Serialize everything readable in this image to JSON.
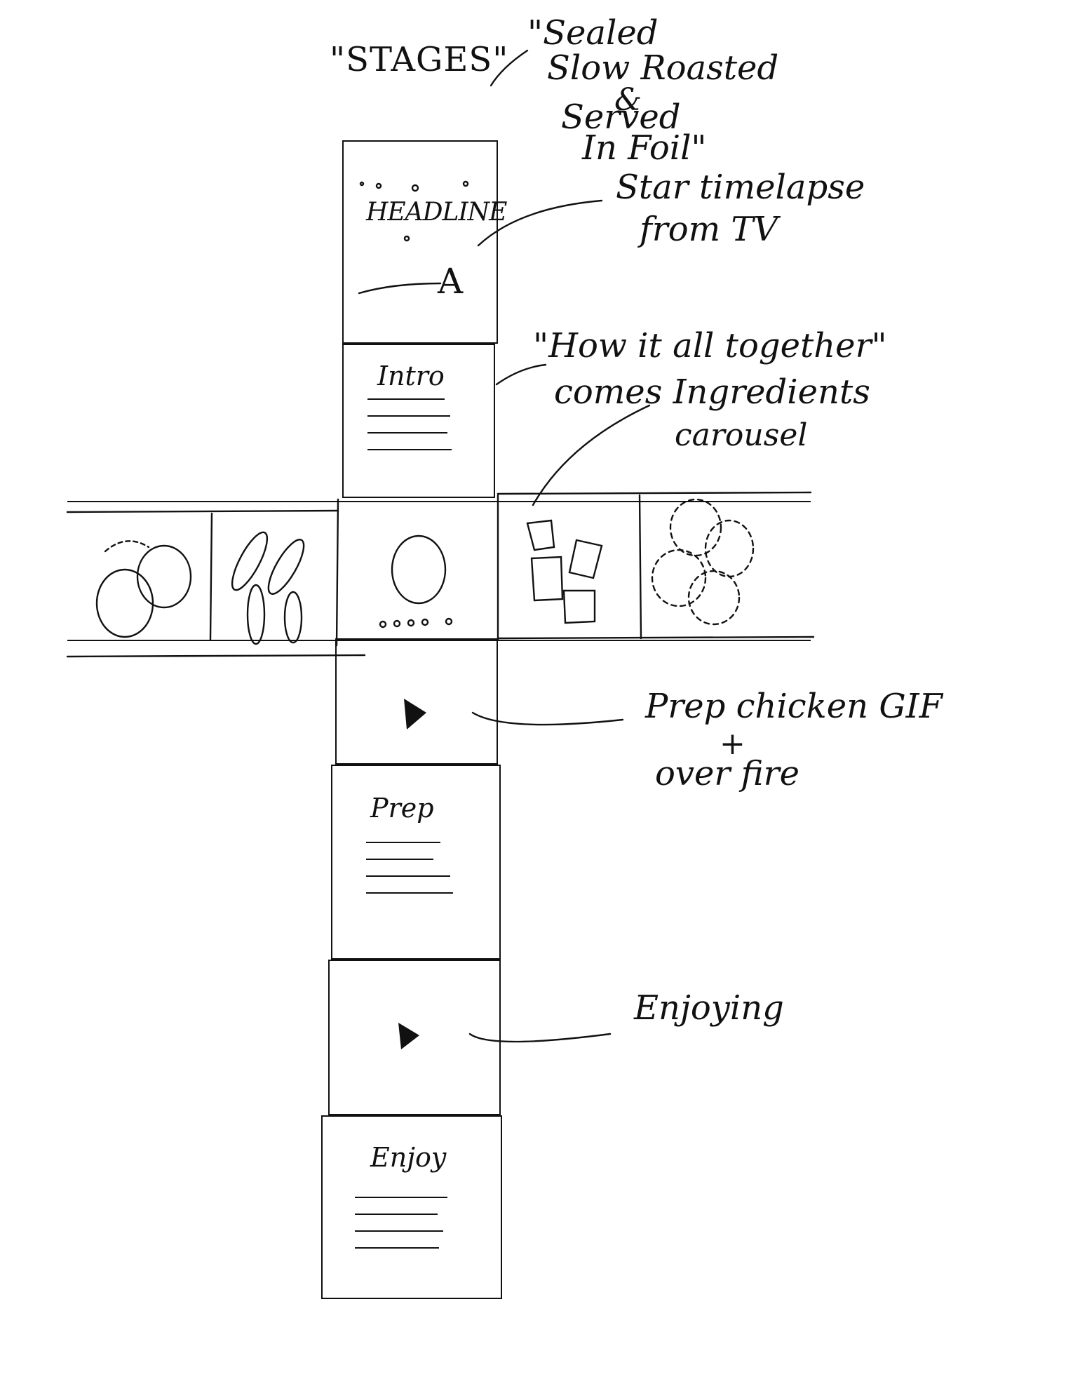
{
  "notes": {
    "stages": "\"STAGES\"",
    "sealed_line1": "\"Sealed",
    "sealed_line2": "Slow Roasted",
    "sealed_line3": "&",
    "sealed_line4": "Served",
    "sealed_line5": "In Foil\"",
    "star_line1": "Star timelapse",
    "star_line2": "from TV",
    "how_line1": "\"How it all together\"",
    "how_line2": "comes Ingredients",
    "how_line3": "carousel",
    "prep_gif_line1": "Prep chicken GIF",
    "prep_gif_line2": "+",
    "prep_gif_line3": "over fire",
    "enjoying": "Enjoying"
  },
  "panels": {
    "headline": "HEADLINE",
    "headline_icon": "A",
    "intro": "Intro",
    "prep": "Prep",
    "enjoy": "Enjoy"
  },
  "icons": {
    "play": "play-icon",
    "dots": "carousel-dots-icon"
  }
}
